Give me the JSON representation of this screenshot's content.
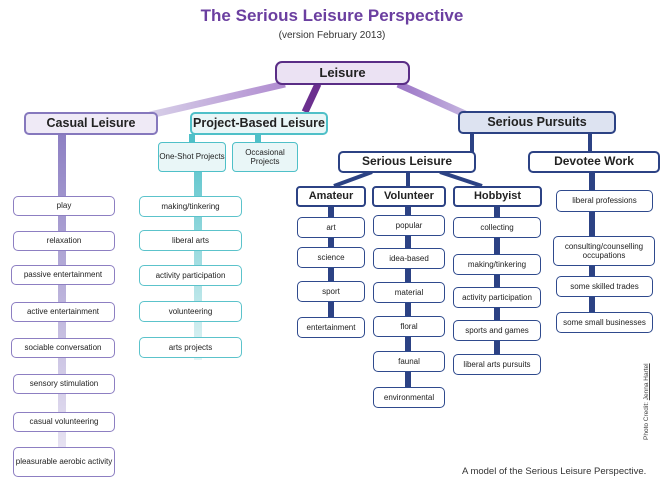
{
  "title": "The Serious Leisure Perspective",
  "subtitle": "(version February 2013)",
  "root": "Leisure",
  "casual": {
    "label": "Casual Leisure",
    "items": [
      "play",
      "relaxation",
      "passive entertainment",
      "active entertainment",
      "sociable conversation",
      "sensory stimulation",
      "casual volunteering",
      "pleasurable aerobic activity"
    ]
  },
  "project": {
    "label": "Project-Based Leisure",
    "one_shot": "One-Shot Projects",
    "occasional": "Occasional Projects",
    "items": [
      "making/tinkering",
      "liberal arts",
      "activity participation",
      "volunteering",
      "arts projects"
    ]
  },
  "serious": {
    "label": "Serious Pursuits",
    "serious_leisure": "Serious Leisure",
    "devotee": {
      "label": "Devotee Work",
      "items": [
        "liberal professions",
        "consulting/counselling occupations",
        "some skilled trades",
        "some small businesses"
      ]
    },
    "amateur": {
      "label": "Amateur",
      "items": [
        "art",
        "science",
        "sport",
        "entertainment"
      ]
    },
    "volunteer": {
      "label": "Volunteer",
      "items": [
        "popular",
        "idea-based",
        "material",
        "floral",
        "faunal",
        "environmental"
      ]
    },
    "hobbyist": {
      "label": "Hobbyist",
      "items": [
        "collecting",
        "making/tinkering",
        "activity participation",
        "sports and games",
        "liberal arts pursuits"
      ]
    }
  },
  "caption": "A model of the Serious Leisure Perspective.",
  "credit_prefix": "Photo Credit:",
  "credit_name": "Jenna Hartel",
  "colors": {
    "title": "#6b3fa0",
    "casual": "#8678bd",
    "project": "#4fc0c8",
    "serious": "#2c4284"
  }
}
